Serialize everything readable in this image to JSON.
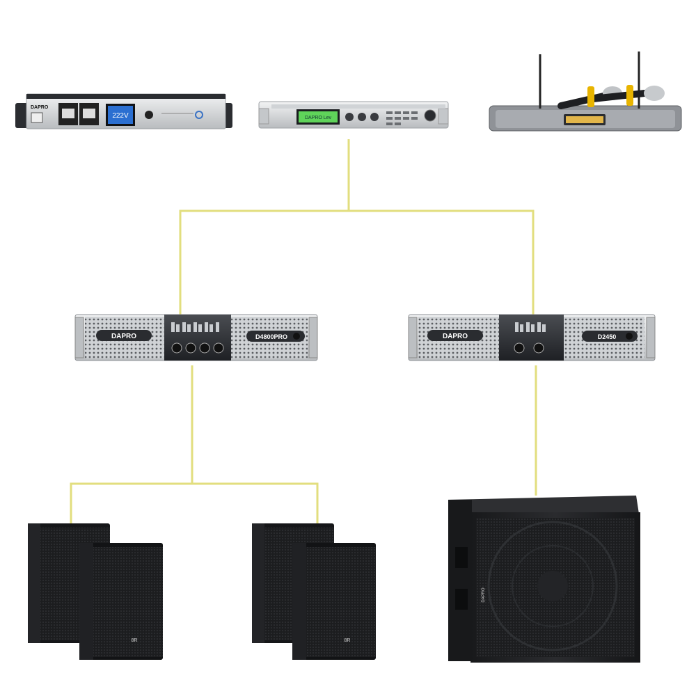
{
  "brand": "DAPRO",
  "colors": {
    "cable": "#e2de7e",
    "chassis_silver": "#d6d8da",
    "chassis_dark": "#2a2c30",
    "lcd_green": "#5fd35a",
    "lcd_blue": "#2b6fd1",
    "mic_gold": "#e8b400",
    "speaker_black": "#1c1d1f"
  },
  "devices": {
    "power_sequencer": {
      "brand": "DAPRO",
      "voltage": "222V",
      "icon": "power-sequencer-icon"
    },
    "processor": {
      "lcd_text": "DAPRO Lev",
      "icon": "audio-processor-icon"
    },
    "wireless_mic": {
      "icon": "wireless-microphone-icon"
    },
    "amplifier_left": {
      "brand": "DAPRO",
      "model": "D4800PRO",
      "icon": "power-amplifier-icon"
    },
    "amplifier_right": {
      "brand": "DAPRO",
      "model": "D2450",
      "icon": "power-amplifier-icon"
    },
    "speakers_left": {
      "badge": "8R",
      "icon": "loudspeaker-icon"
    },
    "speakers_right": {
      "badge": "8R",
      "icon": "loudspeaker-icon"
    },
    "subwoofer": {
      "brand": "DAPRO",
      "icon": "subwoofer-icon"
    }
  }
}
